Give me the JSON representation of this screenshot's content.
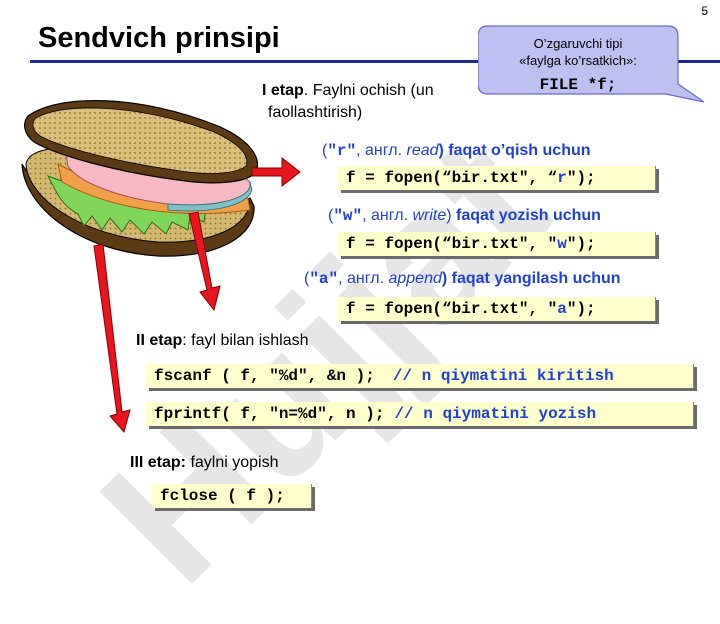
{
  "page_number": "5",
  "title": "Sendvich prinsipi",
  "watermark": "Hujjat",
  "callout": {
    "line1": "O’zgaruvchi tipi",
    "line2": "«faylga ko’rsatkich»:",
    "code": "FILE *f;"
  },
  "stage1": {
    "label": "I etap",
    "text_line1": ". Faylni ochish (un",
    "text_line2": "faollashtirish)"
  },
  "modes": [
    {
      "open_paren": "(",
      "mode": "\"r\"",
      "eng_prefix": ", англ. ",
      "eng_word": "read",
      "close_paren": ")",
      "desc": " faqat o’qish uchun",
      "code_prefix": "f = fopen(“bir.txt\", “",
      "code_mode": "r",
      "code_suffix": "\");"
    },
    {
      "open_paren": "(",
      "mode": "\"w\"",
      "eng_prefix": ", англ. ",
      "eng_word": "write",
      "close_paren": ")",
      "desc": " faqat yozish uchun",
      "code_prefix": "f = fopen(“bir.txt\", \"",
      "code_mode": "w",
      "code_suffix": "\");"
    },
    {
      "open_paren": "(",
      "mode": "\"a\"",
      "eng_prefix": ", англ. ",
      "eng_word": "append",
      "close_paren": ")",
      "desc": " faqat yangilash uchun",
      "code_prefix": "f = fopen(“bir.txt\", \"",
      "code_mode": "a",
      "code_suffix": "\");"
    }
  ],
  "stage2": {
    "label": "II etap",
    "text": ": fayl bilan ishlash",
    "code1": "fscanf ( f, \"%d\", &n );",
    "comment1": "// n qiymatini kiritish",
    "code2": "fprintf( f, \"n=%d\", n );",
    "comment2": "// n qiymatini yozish"
  },
  "stage3": {
    "label": "III etap:",
    "text": " faylni yopish",
    "code": "fclose ( f );"
  },
  "colors": {
    "title_rule": "#1f2a8a",
    "code_bg": "#ffffcc",
    "accent_blue": "#1f3fd8",
    "arrow_red": "#e8141e",
    "callout_bg": "#bfc0f2"
  }
}
